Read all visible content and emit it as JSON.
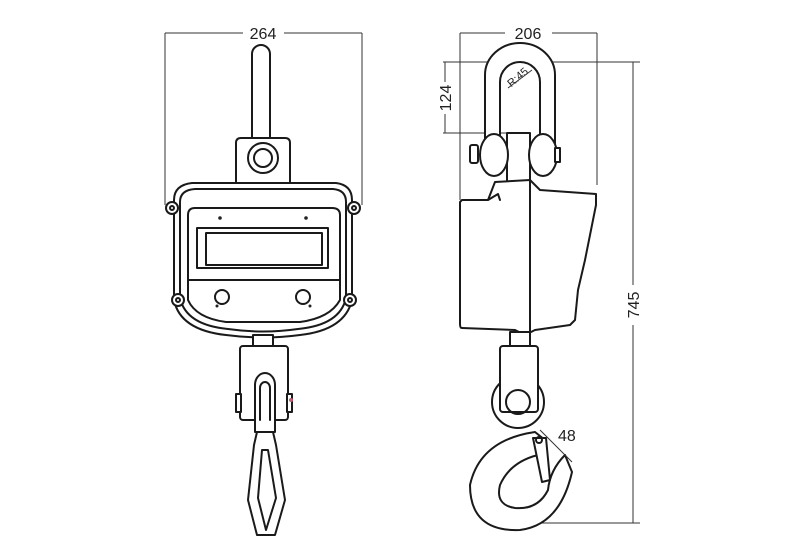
{
  "front_view": {
    "width_dimension": "264"
  },
  "side_view": {
    "width_dimension": "206",
    "shackle_height_dimension": "124",
    "shackle_radius_label": "R:45",
    "total_height_dimension": "745",
    "hook_opening_dimension": "48"
  },
  "colors": {
    "line": "#1a1a1a",
    "background": "#ffffff"
  }
}
